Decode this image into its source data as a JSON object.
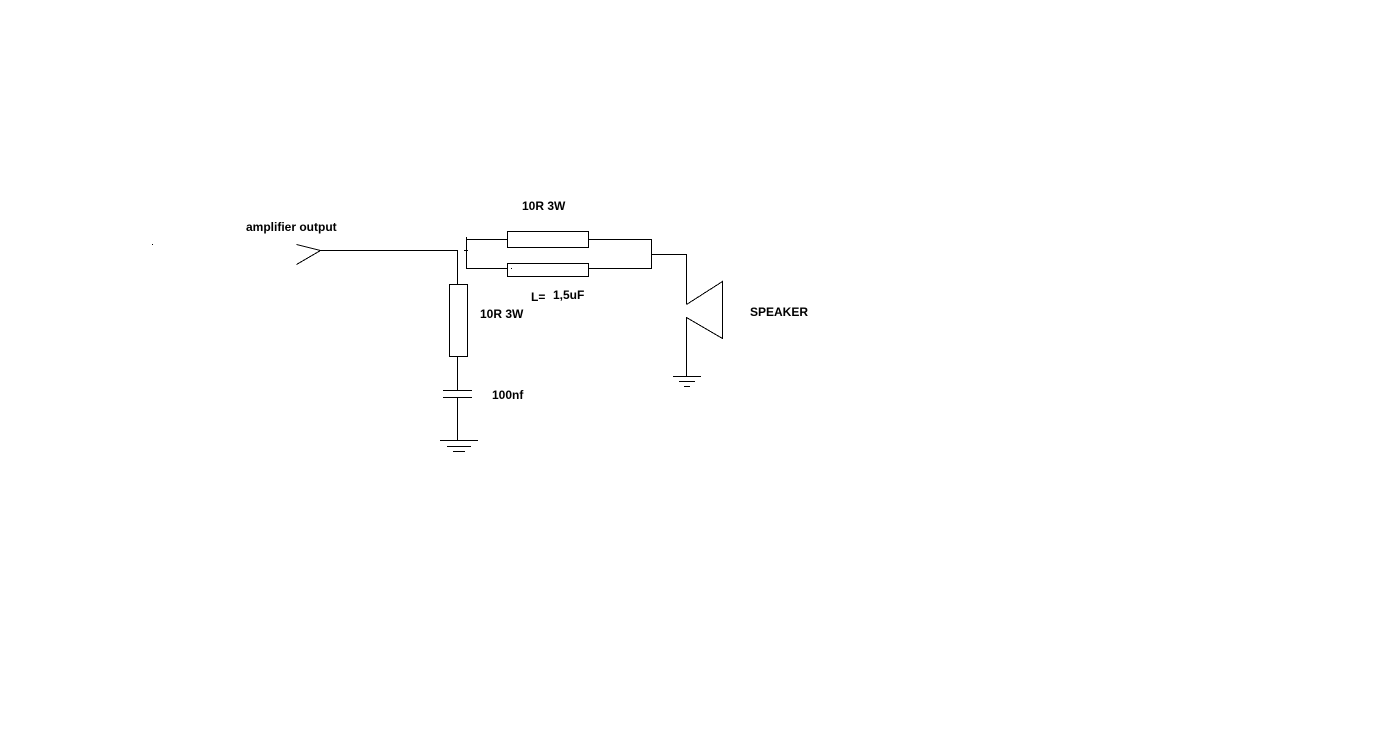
{
  "labels": {
    "input": "amplifier output",
    "resistor_series_top": "10R 3W",
    "inductor_prefix": "L=",
    "inductor_value": "1,5uF",
    "resistor_shunt": "10R 3W",
    "capacitor_shunt": "100nf",
    "speaker": "SPEAKER"
  },
  "colors": {
    "ink": "#000000",
    "background": "#ffffff"
  }
}
